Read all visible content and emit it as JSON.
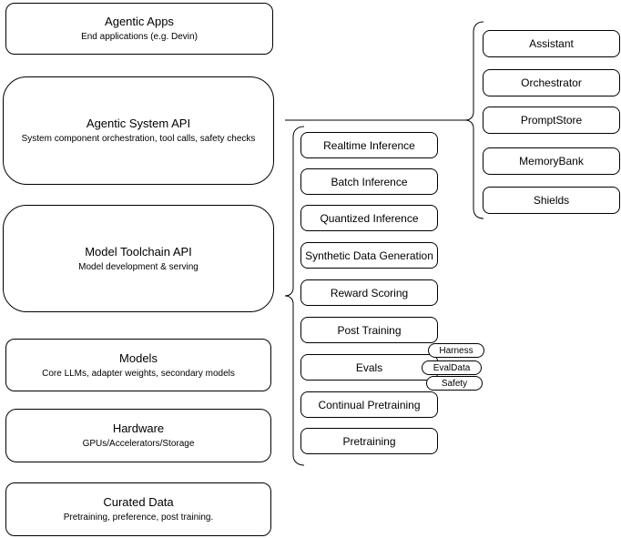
{
  "diagram": {
    "left_stack": [
      {
        "title": "Agentic Apps",
        "subtitle": "End applications (e.g. Devin)"
      },
      {
        "title": "Agentic System API",
        "subtitle": "System component orchestration, tool calls, safety checks"
      },
      {
        "title": "Model Toolchain API",
        "subtitle": "Model development & serving"
      },
      {
        "title": "Models",
        "subtitle": "Core LLMs, adapter weights, secondary models"
      },
      {
        "title": "Hardware",
        "subtitle": "GPUs/Accelerators/Storage"
      },
      {
        "title": "Curated Data",
        "subtitle": "Pretraining, preference, post training."
      }
    ],
    "toolchain_stack": [
      {
        "label": "Realtime Inference"
      },
      {
        "label": "Batch Inference"
      },
      {
        "label": "Quantized Inference"
      },
      {
        "label": "Synthetic Data Generation"
      },
      {
        "label": "Reward Scoring"
      },
      {
        "label": "Post Training"
      },
      {
        "label": "Evals"
      },
      {
        "label": "Continual Pretraining"
      },
      {
        "label": "Pretraining"
      }
    ],
    "eval_tags": [
      {
        "label": "Harness"
      },
      {
        "label": "EvalData"
      },
      {
        "label": "Safety"
      }
    ],
    "system_components": [
      {
        "label": "Assistant"
      },
      {
        "label": "Orchestrator"
      },
      {
        "label": "PromptStore"
      },
      {
        "label": "MemoryBank"
      },
      {
        "label": "Shields"
      }
    ],
    "colors": {
      "stroke": "#000000",
      "background": "#ffffff",
      "text": "#000000"
    }
  }
}
